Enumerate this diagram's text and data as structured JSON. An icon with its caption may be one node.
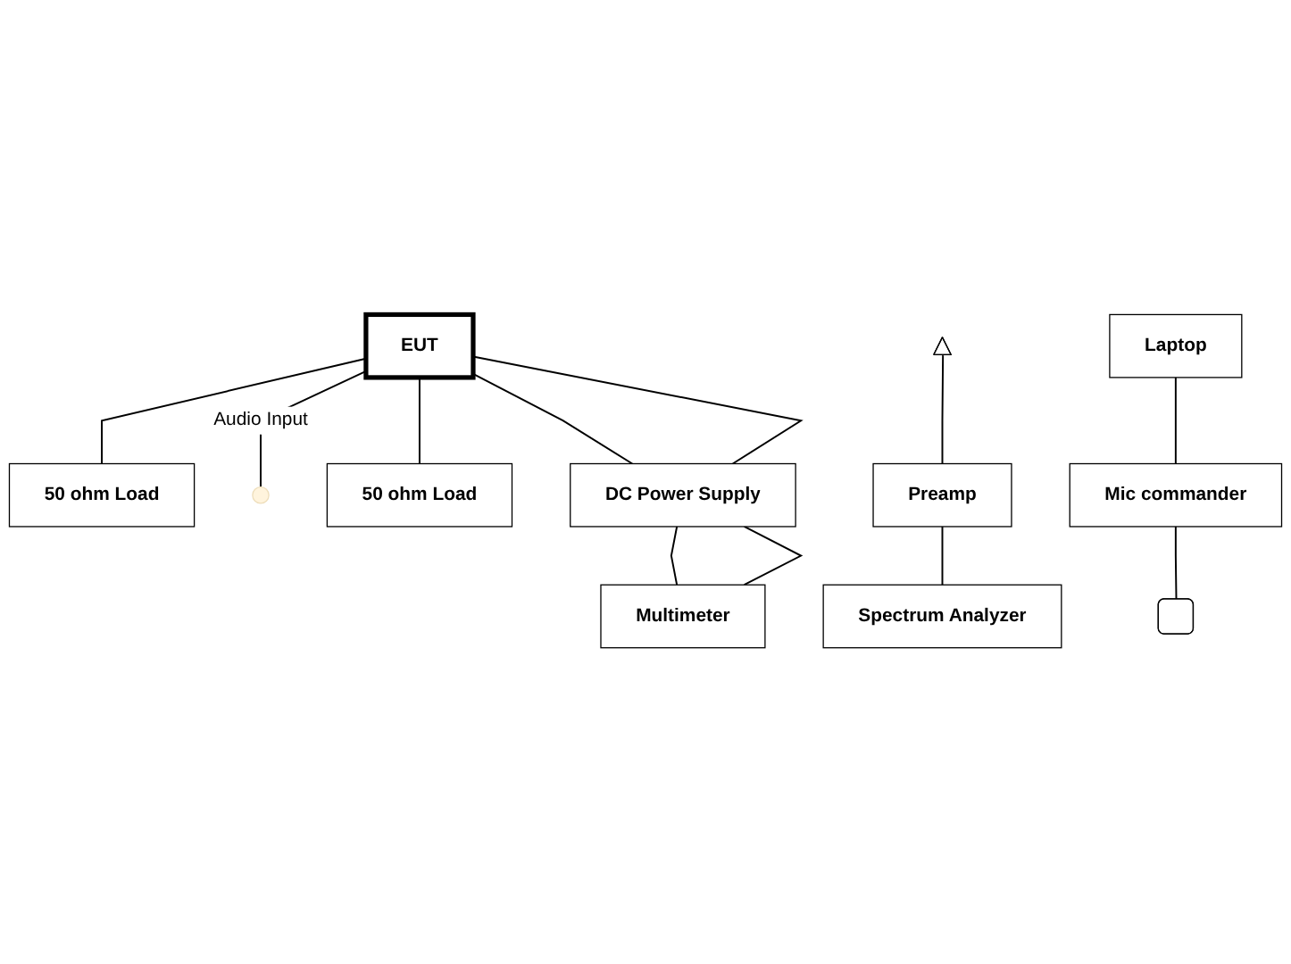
{
  "diagram": {
    "nodes": [
      {
        "text": [
          "EUT"
        ]
      },
      {
        "text": [
          "50 ohm Load"
        ]
      },
      {
        "text": [
          "50 ohm Load"
        ]
      },
      {
        "text": [
          "DC Power Supply"
        ]
      },
      {
        "text": [
          "Multimeter"
        ]
      },
      {
        "text": [],
        "shape": "triangle"
      },
      {
        "text": [
          "Preamp"
        ]
      },
      {
        "text": [
          "Spectrum Analyzer"
        ]
      },
      {
        "text": [
          "Laptop"
        ]
      },
      {
        "text": [
          "Mic commander"
        ]
      },
      {
        "text": [],
        "shape": "bar"
      }
    ],
    "edges": [
      {
        "from": 0,
        "to": 1,
        "arrow": "none"
      },
      {
        "from": 0,
        "to": null,
        "arrow": "none",
        "label": "Audio Input"
      },
      {
        "from": 0,
        "to": 2,
        "arrow": "none"
      },
      {
        "from": 0,
        "to": 3,
        "arrow": "none"
      },
      {
        "from": 0,
        "to": 3,
        "arrow": "none"
      },
      {
        "from": 3,
        "to": 4,
        "arrow": "none"
      },
      {
        "from": 3,
        "to": 4,
        "arrow": "none"
      },
      {
        "from": 5,
        "to": 6,
        "arrow": "none"
      },
      {
        "from": 6,
        "to": 7,
        "arrow": "none"
      },
      {
        "from": 8,
        "to": 9,
        "arrow": "none"
      },
      {
        "from": 9,
        "to": 10,
        "arrow": "none"
      }
    ]
  }
}
